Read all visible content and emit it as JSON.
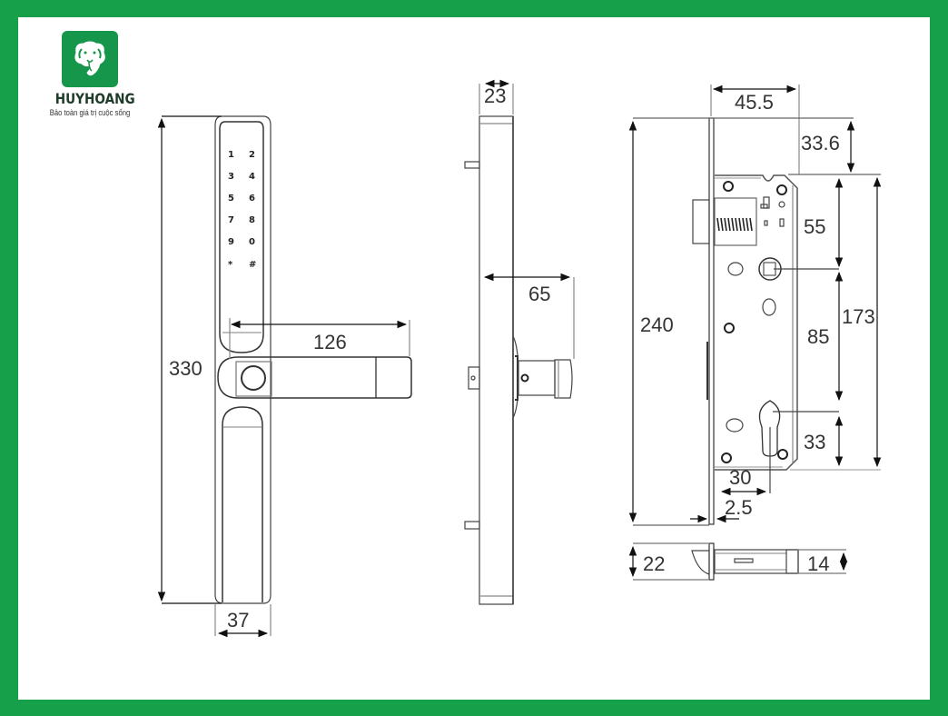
{
  "brand": {
    "name": "HUYHOANG",
    "tagline": "Bảo toàn giá trị cuộc sống",
    "logo_icon": "elephant-icon",
    "color": "#16964a"
  },
  "frame": {
    "border_color": "#17a04a",
    "background": "#ffffff"
  },
  "front_view": {
    "keypad_keys": [
      "1",
      "2",
      "3",
      "4",
      "5",
      "6",
      "7",
      "8",
      "9",
      "0",
      "*",
      "#"
    ],
    "dimensions": {
      "height": "330",
      "width": "37",
      "handle_length": "126"
    }
  },
  "side_view": {
    "dimensions": {
      "thickness": "23",
      "handle_projection": "65"
    }
  },
  "mortise_view": {
    "dimensions": {
      "backset_width": "45.5",
      "top_offset": "33.6",
      "body_height": "173",
      "faceplate_height": "240",
      "latch_to_handle": "55",
      "handle_to_cylinder": "85",
      "cylinder_to_bottom": "33",
      "backset": "30",
      "faceplate_thickness": "2.5",
      "faceplate_width": "22",
      "bolt_width": "14"
    }
  }
}
